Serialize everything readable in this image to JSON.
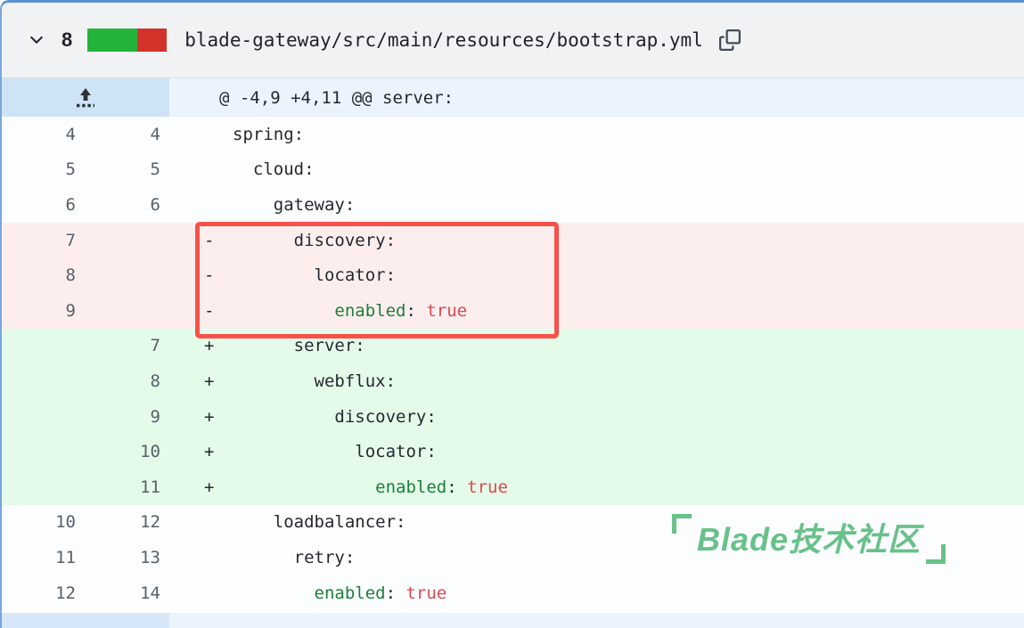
{
  "file_header": {
    "changes_count": "8",
    "file_path": "blade-gateway/src/main/resources/bootstrap.yml",
    "diffstat": {
      "added_fraction": 0.625,
      "green": "#24b43c",
      "red": "#d2342c"
    }
  },
  "hunk": {
    "header_text": "@ -4,9 +4,11 @@ server:"
  },
  "diff": {
    "rows": [
      {
        "type": "context",
        "old": "4",
        "new": "4",
        "marker": "",
        "segments": [
          {
            "t": "spring:",
            "c": "plain"
          }
        ]
      },
      {
        "type": "context",
        "old": "5",
        "new": "5",
        "marker": "",
        "segments": [
          {
            "t": "  cloud:",
            "c": "plain"
          }
        ]
      },
      {
        "type": "context",
        "old": "6",
        "new": "6",
        "marker": "",
        "segments": [
          {
            "t": "    gateway:",
            "c": "plain"
          }
        ]
      },
      {
        "type": "removed",
        "old": "7",
        "new": "",
        "marker": "-",
        "segments": [
          {
            "t": "      discovery:",
            "c": "plain"
          }
        ]
      },
      {
        "type": "removed",
        "old": "8",
        "new": "",
        "marker": "-",
        "segments": [
          {
            "t": "        locator:",
            "c": "plain"
          }
        ]
      },
      {
        "type": "removed",
        "old": "9",
        "new": "",
        "marker": "-",
        "segments": [
          {
            "t": "          ",
            "c": "plain"
          },
          {
            "t": "enabled",
            "c": "key"
          },
          {
            "t": ": ",
            "c": "plain"
          },
          {
            "t": "true",
            "c": "value"
          }
        ]
      },
      {
        "type": "added",
        "old": "",
        "new": "7",
        "marker": "+",
        "segments": [
          {
            "t": "      server:",
            "c": "plain"
          }
        ]
      },
      {
        "type": "added",
        "old": "",
        "new": "8",
        "marker": "+",
        "segments": [
          {
            "t": "        webflux:",
            "c": "plain"
          }
        ]
      },
      {
        "type": "added",
        "old": "",
        "new": "9",
        "marker": "+",
        "segments": [
          {
            "t": "          discovery:",
            "c": "plain"
          }
        ]
      },
      {
        "type": "added",
        "old": "",
        "new": "10",
        "marker": "+",
        "segments": [
          {
            "t": "            locator:",
            "c": "plain"
          }
        ]
      },
      {
        "type": "added",
        "old": "",
        "new": "11",
        "marker": "+",
        "segments": [
          {
            "t": "              ",
            "c": "plain"
          },
          {
            "t": "enabled",
            "c": "key"
          },
          {
            "t": ": ",
            "c": "plain"
          },
          {
            "t": "true",
            "c": "value"
          }
        ]
      },
      {
        "type": "context",
        "old": "10",
        "new": "12",
        "marker": "",
        "segments": [
          {
            "t": "    loadbalancer:",
            "c": "plain"
          }
        ]
      },
      {
        "type": "context",
        "old": "11",
        "new": "13",
        "marker": "",
        "segments": [
          {
            "t": "      retry:",
            "c": "plain"
          }
        ]
      },
      {
        "type": "context",
        "old": "12",
        "new": "14",
        "marker": "",
        "segments": [
          {
            "t": "        enabled",
            "c": "plain-key-split",
            "k": true
          },
          {
            "t": "",
            "c": "plain"
          }
        ]
      }
    ]
  },
  "syntax_colors": {
    "key_green": "#1a8038",
    "value_red": "#dd4950",
    "plain": "#24292f"
  },
  "row_colors": {
    "removed_bg": "#fdeeee",
    "added_bg": "#e4fbea",
    "hunk_gutter_bg": "#cfe3f7",
    "hunk_content_bg": "#ebf4fc"
  },
  "annotation": {
    "red_box_color": "#f8514a"
  },
  "watermark": {
    "text": "Blade技术社区",
    "open_bracket": "「",
    "close_bracket": "」",
    "color": "#68c189"
  }
}
